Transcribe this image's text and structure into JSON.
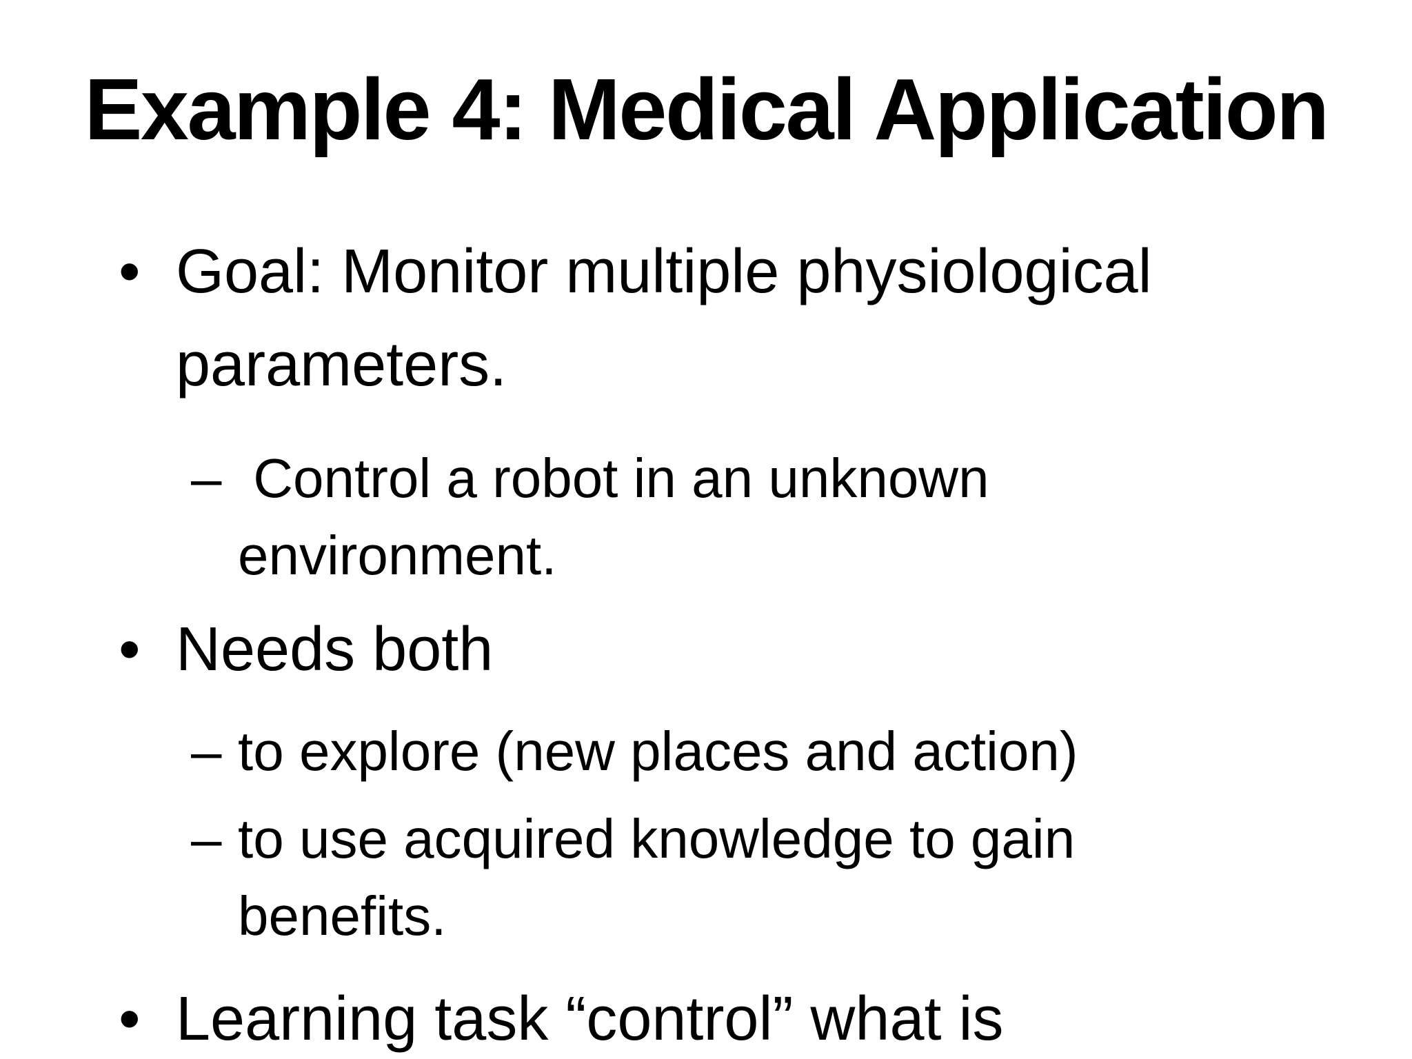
{
  "slide": {
    "title": "Example 4: Medical Application",
    "bullets": [
      {
        "level": 1,
        "marker": "•",
        "lines": [
          "Goal: Monitor multiple physiological",
          "parameters."
        ]
      },
      {
        "level": 2,
        "marker": "–",
        "lines": [
          " Control a robot in an unknown",
          "environment."
        ]
      },
      {
        "level": 1,
        "marker": "•",
        "lines": [
          "Needs both"
        ]
      },
      {
        "level": 2,
        "marker": "–",
        "lines": [
          "to explore (new places and action)"
        ]
      },
      {
        "level": 2,
        "marker": "–",
        "lines": [
          "to use acquired knowledge to gain",
          "benefits."
        ]
      },
      {
        "level": 1,
        "marker": "•",
        "lines": [
          "Learning task “control” what is"
        ]
      }
    ],
    "colors": {
      "background": "#ffffff",
      "text": "#000000"
    }
  }
}
